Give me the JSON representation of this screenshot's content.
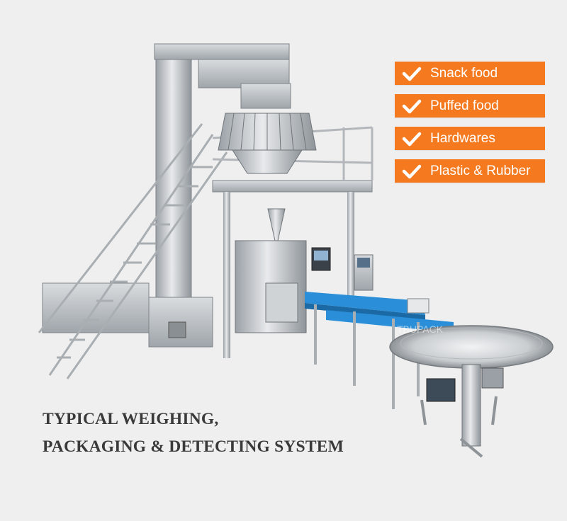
{
  "accent_color": "#f57a1f",
  "tags": [
    {
      "label": "Snack food",
      "icon": "check-icon"
    },
    {
      "label": "Puffed food",
      "icon": "check-icon"
    },
    {
      "label": "Hardwares",
      "icon": "check-icon"
    },
    {
      "label": "Plastic & Rubber",
      "icon": "check-icon"
    }
  ],
  "headline": {
    "line1": "TYPICAL WEIGHING,",
    "line2": "PACKAGING & DETECTING SYSTEM"
  },
  "watermark": "TBUPACK"
}
